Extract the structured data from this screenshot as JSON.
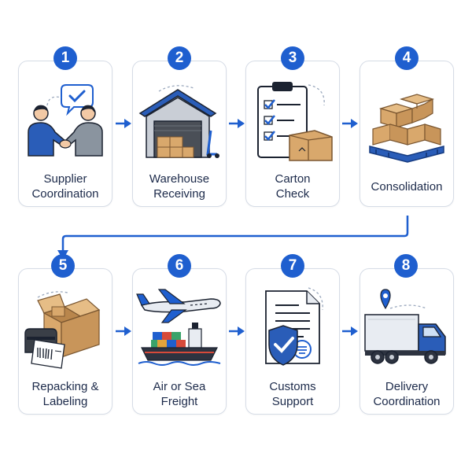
{
  "steps": [
    {
      "number": "1",
      "line1": "Supplier",
      "line2": "Coordination",
      "icon": "handshake-icon"
    },
    {
      "number": "2",
      "line1": "Warehouse",
      "line2": "Receiving",
      "icon": "warehouse-icon"
    },
    {
      "number": "3",
      "line1": "Carton",
      "line2": "Check",
      "icon": "clipboard-checklist-icon"
    },
    {
      "number": "4",
      "line1": "Consolidation",
      "line2": "",
      "icon": "pallet-boxes-icon"
    },
    {
      "number": "5",
      "line1": "Repacking &",
      "line2": "Labeling",
      "icon": "label-printer-icon"
    },
    {
      "number": "6",
      "line1": "Air or Sea",
      "line2": "Freight",
      "icon": "plane-ship-icon"
    },
    {
      "number": "7",
      "line1": "Customs",
      "line2": "Support",
      "icon": "shield-document-icon"
    },
    {
      "number": "8",
      "line1": "Delivery",
      "line2": "Coordination",
      "icon": "truck-icon"
    }
  ],
  "colors": {
    "accent": "#1f5fcf",
    "card_border": "#d6dce6",
    "text": "#1c2a4a",
    "box": "#d9a86c"
  }
}
